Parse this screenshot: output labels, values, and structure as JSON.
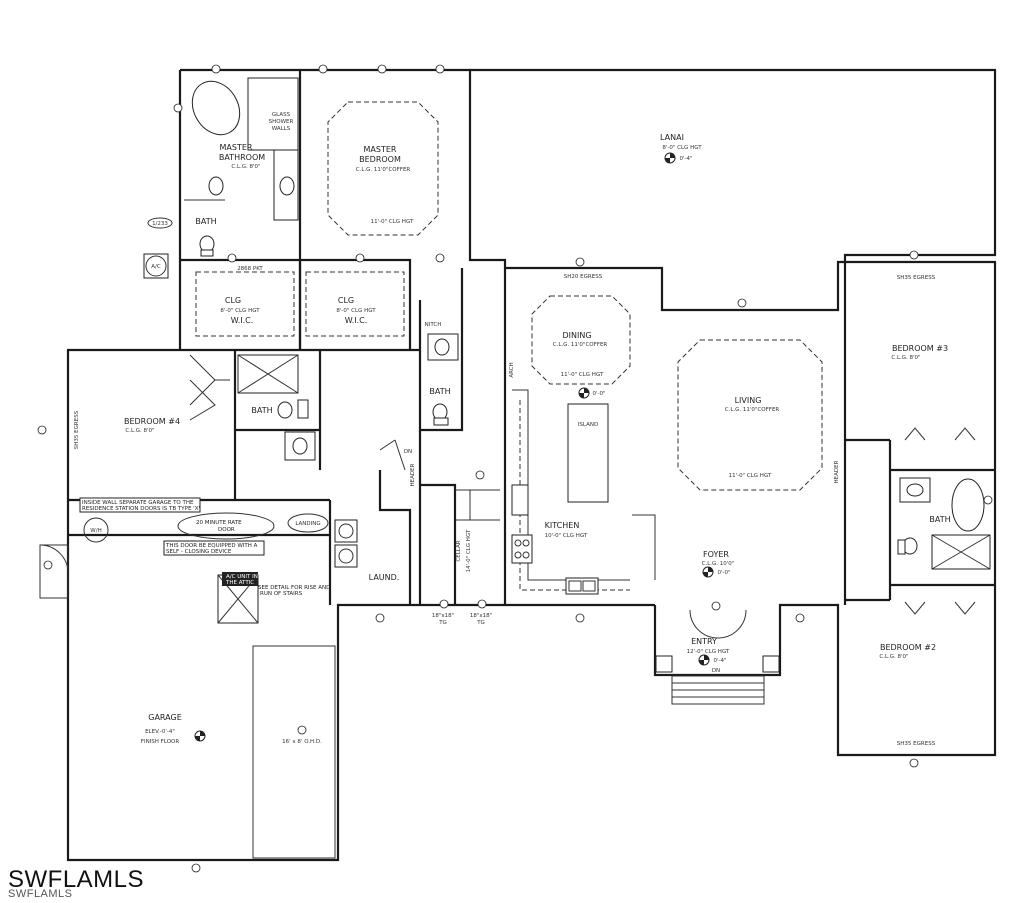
{
  "rooms": {
    "lanai": {
      "name": "LANAI",
      "ceiling": "8'-0\" CLG HGT",
      "elev": "0'-4\""
    },
    "master_bedroom": {
      "name_1": "MASTER",
      "name_2": "BEDROOM",
      "ceiling": "C.L.G. 11'0\"COFFER",
      "hgt": "11'-0\" CLG HGT"
    },
    "master_bathroom": {
      "name_1": "MASTER",
      "name_2": "BATHROOM",
      "ceiling": "C.L.G. 8'0\""
    },
    "glass_shower": {
      "l1": "GLASS",
      "l2": "SHOWER",
      "l3": "WALLS"
    },
    "master_bath_wc": {
      "name": "BATH"
    },
    "wic_left": {
      "name": "CLG",
      "ceiling": "8'-0\" CLG HGT",
      "label": "W.I.C."
    },
    "wic_right": {
      "name": "CLG",
      "ceiling": "8'-0\" CLG HGT",
      "label": "W.I.C."
    },
    "pocket_door": {
      "text": "2868 PKT"
    },
    "ac": {
      "text": "A/C"
    },
    "bedroom4": {
      "name": "BEDROOM #4",
      "ceiling": "C.L.G. 8'0\"",
      "egress": "SH35 EGRESS"
    },
    "bath_mid": {
      "name": "BATH"
    },
    "bath_hall": {
      "name": "BATH"
    },
    "niche": {
      "text": "NITCH"
    },
    "dining": {
      "name": "DINING",
      "ceiling": "C.L.G. 11'0\"COFFER",
      "hgt": "11'-0\" CLG HGT",
      "elev": "0'-0\""
    },
    "island": {
      "text": "ISLAND"
    },
    "living": {
      "name": "LIVING",
      "ceiling": "C.L.G. 11'0\"COFFER",
      "hgt": "11'-0\" CLG HGT"
    },
    "kitchen": {
      "name": "KITCHEN",
      "ceiling": "10'-0\" CLG HGT"
    },
    "arch": {
      "text": "ARCH"
    },
    "header": {
      "text": "HEADER"
    },
    "header_right": {
      "text": "HEADER"
    },
    "bedroom3": {
      "name": "BEDROOM #3",
      "ceiling": "C.L.G. 8'0\"",
      "egress": "SH35 EGRESS"
    },
    "bath_right": {
      "name": "BATH"
    },
    "bedroom2": {
      "name": "BEDROOM #2",
      "ceiling": "C.L.G. 8'0\"",
      "egress": "SH35 EGRESS"
    },
    "foyer": {
      "name": "FOYER",
      "ceiling": "C.L.G. 10'0\"",
      "elev": "0'-0\""
    },
    "entry": {
      "name": "ENTRY",
      "ceiling": "12'-0\" CLG HGT",
      "elev": "0'-4\"",
      "step": "DN"
    },
    "cellar": {
      "name": "CELLAR",
      "ceiling": "14'-0\" CLG HGT"
    },
    "laundry": {
      "name": "LAUND."
    },
    "garage": {
      "name": "GARAGE",
      "elev": "ELEV.-0'-4\"",
      "floor": "FINISH FLOOR",
      "door": "16' x 8' O.H.D."
    },
    "dining_egress": {
      "text": "SH20 EGRESS"
    },
    "landing": {
      "text": "LANDING"
    },
    "wh": {
      "text": "W/H"
    },
    "dn_stair": {
      "text": "DN"
    }
  },
  "notes": {
    "garage_wall_1": "INSIDE WALL SEPARATE GARAGE TO THE",
    "garage_wall_2": "RESIDENCE STATION DOORS IS TB TYPE 'X'",
    "rate_door_1": "20 MINUTE RATE",
    "rate_door_2": "DOOR",
    "closing_1": "THIS DOOR BE EQUIPPED WITH A",
    "closing_2": "SELF - CLOSING DEVICE",
    "attic_1": "A/C UNIT IN",
    "attic_2": "THE ATTIC",
    "stairs_1": "SEE DETAIL FOR RISE AND",
    "stairs_2": "RUN OF STAIRS"
  },
  "door_tags": {
    "cellar_door_1": "18\"x18\"",
    "cellar_door_1b": "TG",
    "cellar_door_2": "18\"x18\"",
    "cellar_door_2b": "TG"
  },
  "section_marker": "1/233",
  "watermark": {
    "main": "SWFLAMLS",
    "sub": "SWFLAMLS"
  }
}
